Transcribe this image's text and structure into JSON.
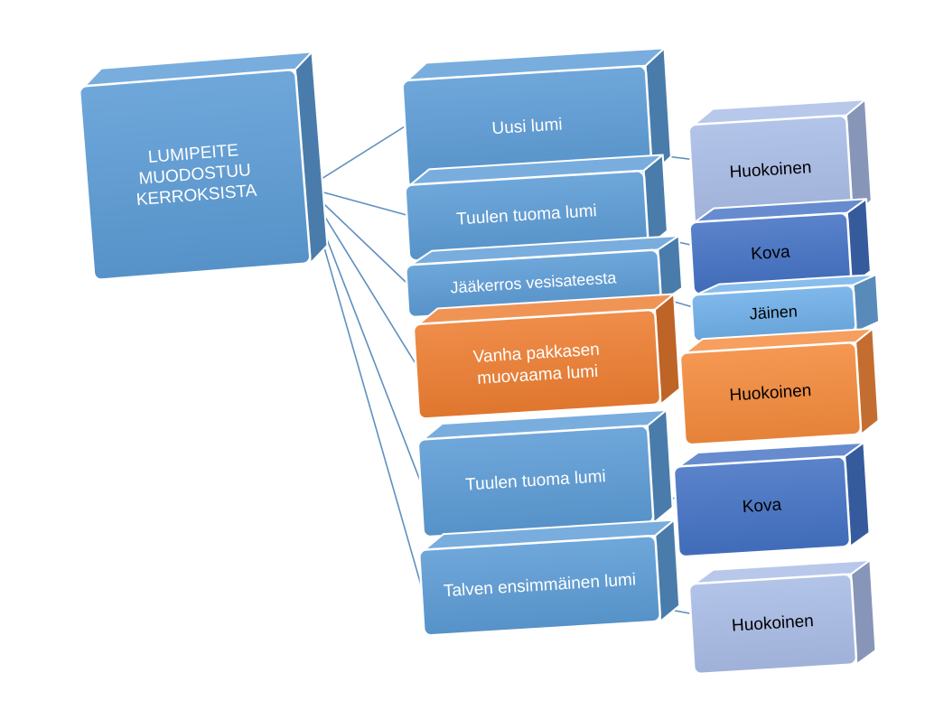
{
  "root": {
    "label": "LUMIPEITE\nMUODOSTUU\nKERROKSISTA",
    "color": "#5b9bd5"
  },
  "layers": [
    {
      "label": "Uusi lumi",
      "color": "#5b9bd5",
      "property": "Huokoinen",
      "property_color": "#a9bce6"
    },
    {
      "label": "Tuulen tuoma lumi",
      "color": "#5b9bd5",
      "property": "Kova",
      "property_color": "#4472c4"
    },
    {
      "label": "Jääkerros vesisateesta",
      "color": "#5b9bd5",
      "property": "Jäinen",
      "property_color": "#6faee8"
    },
    {
      "label": "Vanha pakkasen\nmuovaama lumi",
      "color": "#ed7d31",
      "property": "Huokoinen",
      "property_color": "#f48a3c"
    },
    {
      "label": "Tuulen tuoma lumi",
      "color": "#5b9bd5",
      "property": "Kova",
      "property_color": "#4472c4"
    },
    {
      "label": "Talven ensimmäinen lumi",
      "color": "#5b9bd5",
      "property": "Huokoinen",
      "property_color": "#a9bce6"
    }
  ],
  "connector_color": "#5f8fc0"
}
